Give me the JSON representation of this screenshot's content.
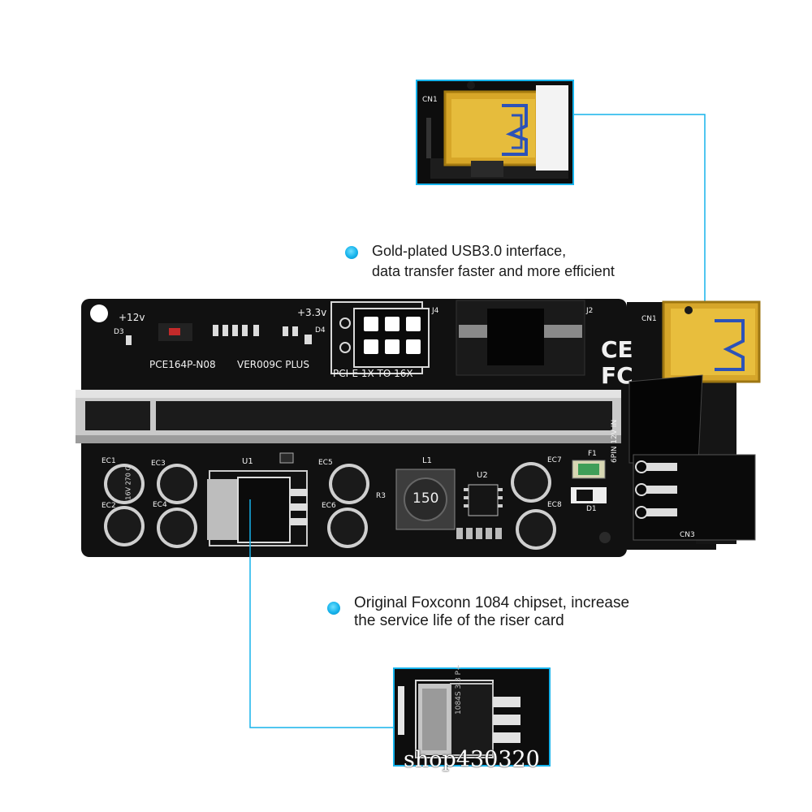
{
  "callouts": {
    "usb": {
      "line1": "Gold-plated USB3.0 interface,",
      "line2": "data transfer faster and more efficient"
    },
    "chip": {
      "line1": "Original Foxconn 1084 chipset, increase",
      "line2": "the service life of the riser card"
    }
  },
  "board": {
    "plus12v": "+12v",
    "plus33v": "+3.3v",
    "model": "PCE164P-N08",
    "version": "VER009C PLUS",
    "pcie_label": "PCI-E 1X TO 16X",
    "inductor_value": "150",
    "cap_labels": [
      "EC1",
      "EC2",
      "EC3",
      "EC4",
      "EC5",
      "EC6",
      "EC7",
      "EC8"
    ],
    "cap_marking": "16V 270 G",
    "u1": "U1",
    "u2": "U2",
    "l1": "L1",
    "d3": "D3",
    "d4": "D4",
    "j4": "J4",
    "j2": "J2",
    "cn1": "CN1",
    "cn3": "CN3",
    "f1": "F1",
    "d1": "D1",
    "r3": "R3",
    "pin_label": "6PIN 12V IN"
  },
  "zoom_usb": {
    "cn1": "CN1"
  },
  "zoom_chip": {
    "marking": "1084S 3.3 P+"
  },
  "watermark": "shop430320",
  "colors": {
    "accent": "#16b3ec",
    "pcb": "#111111",
    "gold": "#e0b12a"
  }
}
